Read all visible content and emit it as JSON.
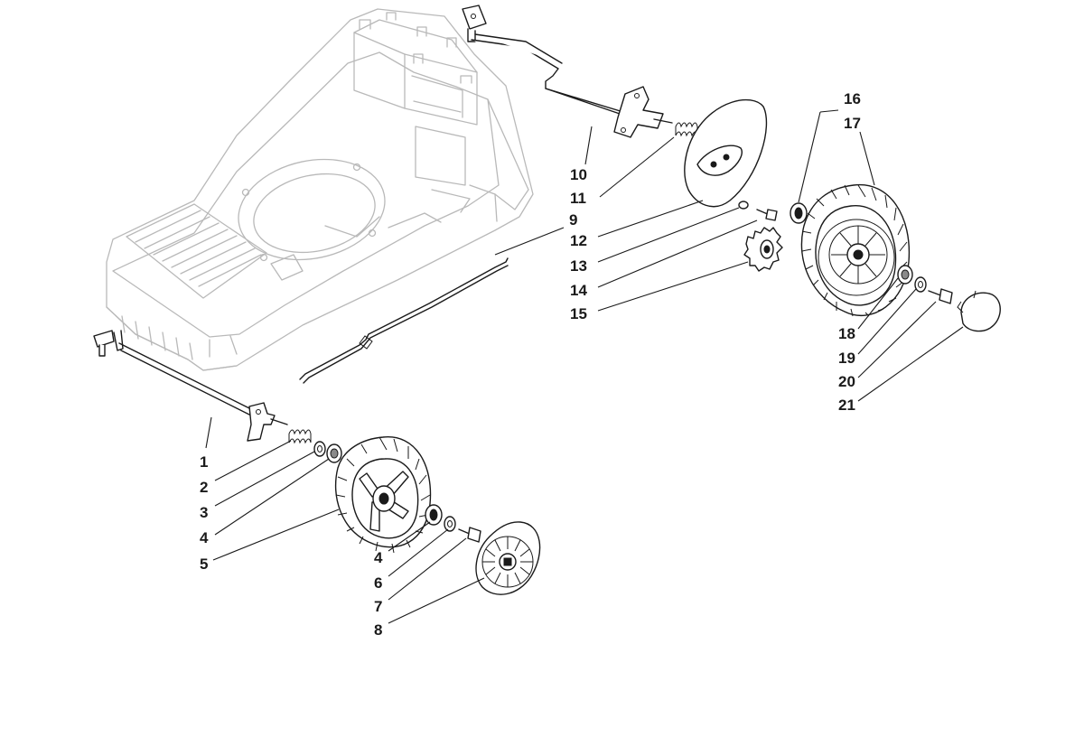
{
  "diagram": {
    "callouts": [
      {
        "id": "c1",
        "text": "1"
      },
      {
        "id": "c2",
        "text": "2"
      },
      {
        "id": "c3",
        "text": "3"
      },
      {
        "id": "c4a",
        "text": "4"
      },
      {
        "id": "c5",
        "text": "5"
      },
      {
        "id": "c4b",
        "text": "4"
      },
      {
        "id": "c6",
        "text": "6"
      },
      {
        "id": "c7",
        "text": "7"
      },
      {
        "id": "c8",
        "text": "8"
      },
      {
        "id": "c9",
        "text": "9"
      },
      {
        "id": "c10",
        "text": "10"
      },
      {
        "id": "c11",
        "text": "11"
      },
      {
        "id": "c12",
        "text": "12"
      },
      {
        "id": "c13",
        "text": "13"
      },
      {
        "id": "c14",
        "text": "14"
      },
      {
        "id": "c15",
        "text": "15"
      },
      {
        "id": "c16",
        "text": "16"
      },
      {
        "id": "c17",
        "text": "17"
      },
      {
        "id": "c18",
        "text": "18"
      },
      {
        "id": "c19",
        "text": "19"
      },
      {
        "id": "c20",
        "text": "20"
      },
      {
        "id": "c21",
        "text": "21"
      }
    ],
    "colors": {
      "ink": "#1a1a1a",
      "deck_outline": "#b9b9b9",
      "background": "#ffffff"
    }
  }
}
